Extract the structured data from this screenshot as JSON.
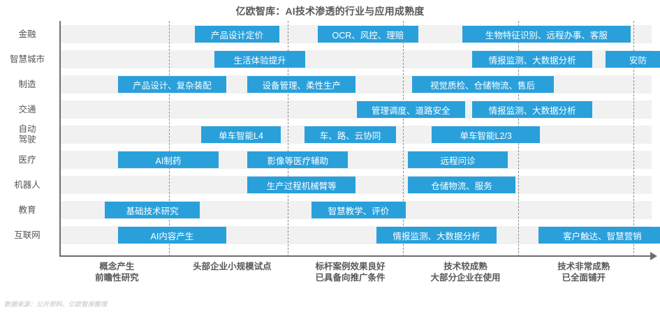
{
  "chart_data": {
    "type": "table",
    "title": "亿欧智库：AI技术渗透的行业与应用成熟度",
    "xlabel": "",
    "ylabel": "",
    "source_note": "数据来源：公开资料、亿欧智库整理",
    "accent_color": "#2aa0db",
    "band_color": "#f1f1f1",
    "axis_color": "#6e6e6e",
    "grid": true,
    "grid_style": "dashed",
    "legend_position": "none",
    "stages": [
      {
        "id": "stage-1",
        "lines": [
          "概念产生",
          "前瞻性研究"
        ],
        "center_pct": 9.5
      },
      {
        "id": "stage-2",
        "lines": [
          "头部企业小规模试点"
        ],
        "center_pct": 29.0
      },
      {
        "id": "stage-3",
        "lines": [
          "标杆案例效果良好",
          "已具备向推广条件"
        ],
        "center_pct": 49.0
      },
      {
        "id": "stage-4",
        "lines": [
          "技术较成熟",
          "大部分企业在使用"
        ],
        "center_pct": 68.5
      },
      {
        "id": "stage-5",
        "lines": [
          "技术非常成熟",
          "已全面铺开"
        ],
        "center_pct": 88.5
      }
    ],
    "gridline_positions_pct": [
      18.3,
      38.4,
      57.9,
      77.4,
      96.9
    ],
    "categories": [
      "金融",
      "智慧城市",
      "制造",
      "交通",
      "自动驾驶",
      "医疗",
      "机器人",
      "教育",
      "互联网"
    ],
    "rows": [
      {
        "label": "金融",
        "label_lines": [
          "金融"
        ],
        "items": [
          {
            "text": "产品设计定价",
            "start_pct": 22.7,
            "width_pct": 14.3
          },
          {
            "text": "OCR、风控、理赔",
            "start_pct": 43.5,
            "width_pct": 17.0
          },
          {
            "text": "生物特征识别、远程办事、客服",
            "start_pct": 68.0,
            "width_pct": 28.4
          }
        ]
      },
      {
        "label": "智慧城市",
        "label_lines": [
          "智慧城市"
        ],
        "items": [
          {
            "text": "生活体验提升",
            "start_pct": 26.0,
            "width_pct": 15.4
          },
          {
            "text": "情报监测、大数据分析",
            "start_pct": 69.6,
            "width_pct": 20.4
          },
          {
            "text": "安防",
            "start_pct": 92.2,
            "width_pct": 11.0
          }
        ]
      },
      {
        "label": "制造",
        "label_lines": [
          "制造"
        ],
        "items": [
          {
            "text": "产品设计、复杂装配",
            "start_pct": 9.7,
            "width_pct": 18.3
          },
          {
            "text": "设备管理、柔性生产",
            "start_pct": 31.6,
            "width_pct": 18.3
          },
          {
            "text": "视觉质检、仓储物流、售后",
            "start_pct": 59.4,
            "width_pct": 24.0
          }
        ]
      },
      {
        "label": "交通",
        "label_lines": [
          "交通"
        ],
        "items": [
          {
            "text": "管理调度、道路安全",
            "start_pct": 50.1,
            "width_pct": 18.3
          },
          {
            "text": "情报监测、大数据分析",
            "start_pct": 69.6,
            "width_pct": 20.4
          }
        ]
      },
      {
        "label": "自动驾驶",
        "label_lines": [
          "自动",
          "驾驶"
        ],
        "items": [
          {
            "text": "单车智能L4",
            "start_pct": 23.8,
            "width_pct": 13.4
          },
          {
            "text": "车、路、云协同",
            "start_pct": 41.3,
            "width_pct": 15.4
          },
          {
            "text": "单车智能L2/3",
            "start_pct": 62.8,
            "width_pct": 18.3
          }
        ]
      },
      {
        "label": "医疗",
        "label_lines": [
          "医疗"
        ],
        "items": [
          {
            "text": "AI制药",
            "start_pct": 9.7,
            "width_pct": 17.0
          },
          {
            "text": "影像等医疗辅助",
            "start_pct": 31.6,
            "width_pct": 17.0
          },
          {
            "text": "远程问诊",
            "start_pct": 58.7,
            "width_pct": 17.0
          }
        ]
      },
      {
        "label": "机器人",
        "label_lines": [
          "机器人"
        ],
        "items": [
          {
            "text": "生产过程机械臂等",
            "start_pct": 31.6,
            "width_pct": 18.3
          },
          {
            "text": "仓储物流、服务",
            "start_pct": 58.7,
            "width_pct": 18.3
          }
        ]
      },
      {
        "label": "教育",
        "label_lines": [
          "教育"
        ],
        "items": [
          {
            "text": "基础技术研究",
            "start_pct": 7.5,
            "width_pct": 16.0
          },
          {
            "text": "智慧教学、评价",
            "start_pct": 42.4,
            "width_pct": 16.0
          }
        ]
      },
      {
        "label": "互联网",
        "label_lines": [
          "互联网"
        ],
        "items": [
          {
            "text": "AI内容产生",
            "start_pct": 9.7,
            "width_pct": 18.3
          },
          {
            "text": "情报监测、大数据分析",
            "start_pct": 53.4,
            "width_pct": 20.4
          },
          {
            "text": "客户触达、智慧营销",
            "start_pct": 80.9,
            "width_pct": 21.5
          }
        ]
      }
    ]
  }
}
